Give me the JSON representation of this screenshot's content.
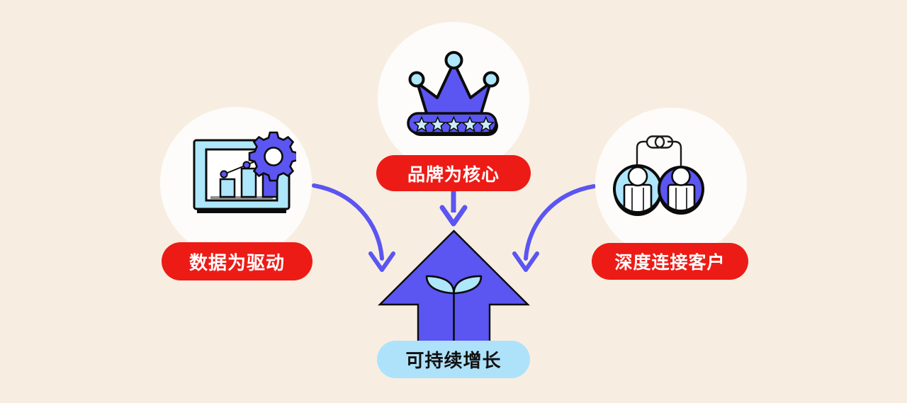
{
  "diagram": {
    "title_text": "",
    "background_color": "#F7EEE1",
    "accent_purple": "#5B55F2",
    "accent_red": "#ED1B16",
    "accent_light_blue": "#AEE2FB",
    "disc_color": "#FEFCFA"
  },
  "nodes": {
    "left": {
      "label": "数据为驱动",
      "icon": "bar-chart-monitor-gear-icon",
      "label_color": "#ED1B16",
      "label_text_color": "#FFFFFF"
    },
    "center": {
      "label": "品牌为核心",
      "icon": "crown-five-stars-icon",
      "label_color": "#ED1B16",
      "label_text_color": "#FFFFFF"
    },
    "right": {
      "label": "深度连接客户",
      "icon": "two-people-chain-link-icon",
      "label_color": "#ED1B16",
      "label_text_color": "#FFFFFF"
    },
    "bottom": {
      "label": "可持续增长",
      "icon": "up-arrow-sprout-icon",
      "label_color": "#AEE2FB",
      "label_text_color": "#111111"
    }
  },
  "connectors": [
    {
      "name": "left-to-bottom",
      "from": "left",
      "to": "bottom",
      "style": "curved-arrow",
      "color": "#5B55F2"
    },
    {
      "name": "center-to-bottom",
      "from": "center",
      "to": "bottom",
      "style": "straight-arrow",
      "color": "#5B55F2"
    },
    {
      "name": "right-to-bottom",
      "from": "right",
      "to": "bottom",
      "style": "curved-arrow",
      "color": "#5B55F2"
    }
  ],
  "chart_icon_detail": {
    "bars": [
      {
        "value": 38,
        "color": "#AEE6FB"
      },
      {
        "value": 62,
        "color": "#AEE6FB"
      },
      {
        "value": 88,
        "color": "#5B55F2"
      }
    ],
    "trend_points": 3,
    "gear": "gear-icon"
  },
  "rating_stars": 5
}
